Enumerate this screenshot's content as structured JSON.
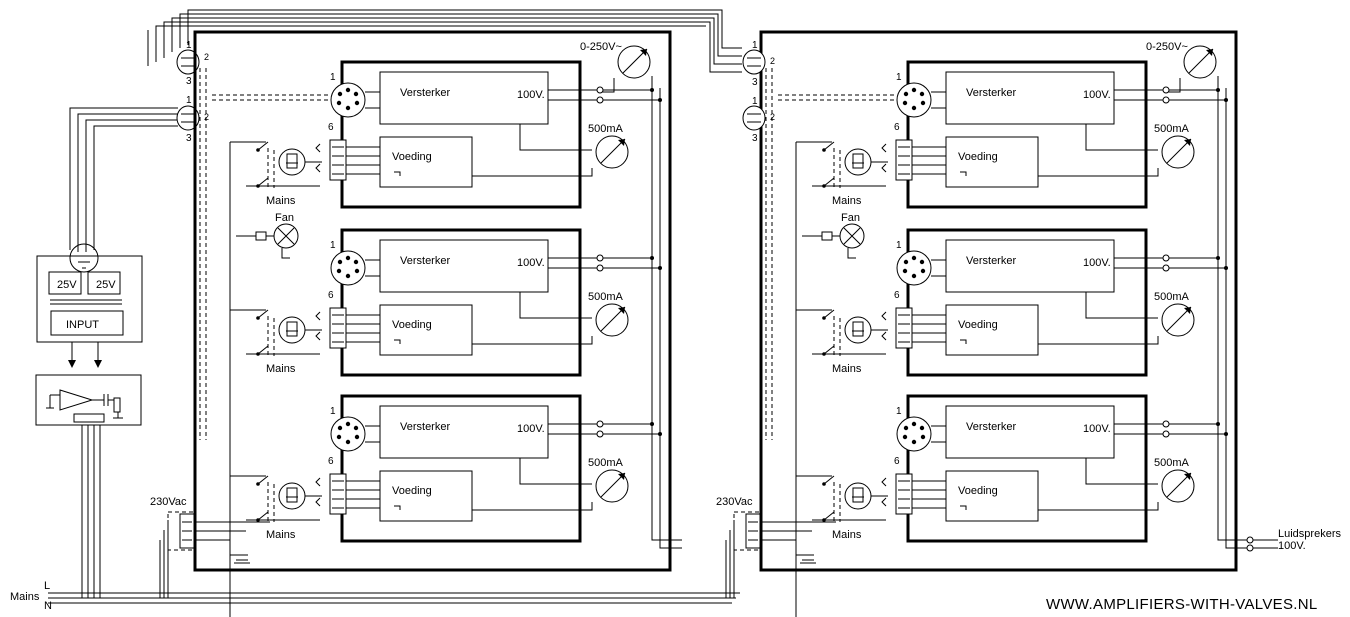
{
  "title": "",
  "website": "WWW.AMPLIFIERS-WITH-VALVES.NL",
  "mains": {
    "label": "Mains",
    "L": "L",
    "N": "N"
  },
  "transformer": {
    "left_tap": "25V",
    "right_tap": "25V",
    "input_label": "INPUT"
  },
  "cabinet": {
    "amp_label": "Versterker",
    "amp_output": "100V.",
    "psu_label": "Voeding",
    "meter_current": "500mA",
    "meter_voltage": "0-250V~",
    "fan_label": "Fan",
    "mains_label": "Mains",
    "ac_label": "230Vac",
    "pin_1": "1",
    "pin_2": "2",
    "pin_3": "3",
    "pin_6": "6"
  },
  "speakers": {
    "label": "Luidsprekers",
    "voltage": "100V."
  },
  "cabinets": [
    {
      "id": "left"
    },
    {
      "id": "right"
    }
  ],
  "channels_per_cabinet": 3,
  "colors": {
    "line": "#000000",
    "background": "#ffffff"
  }
}
